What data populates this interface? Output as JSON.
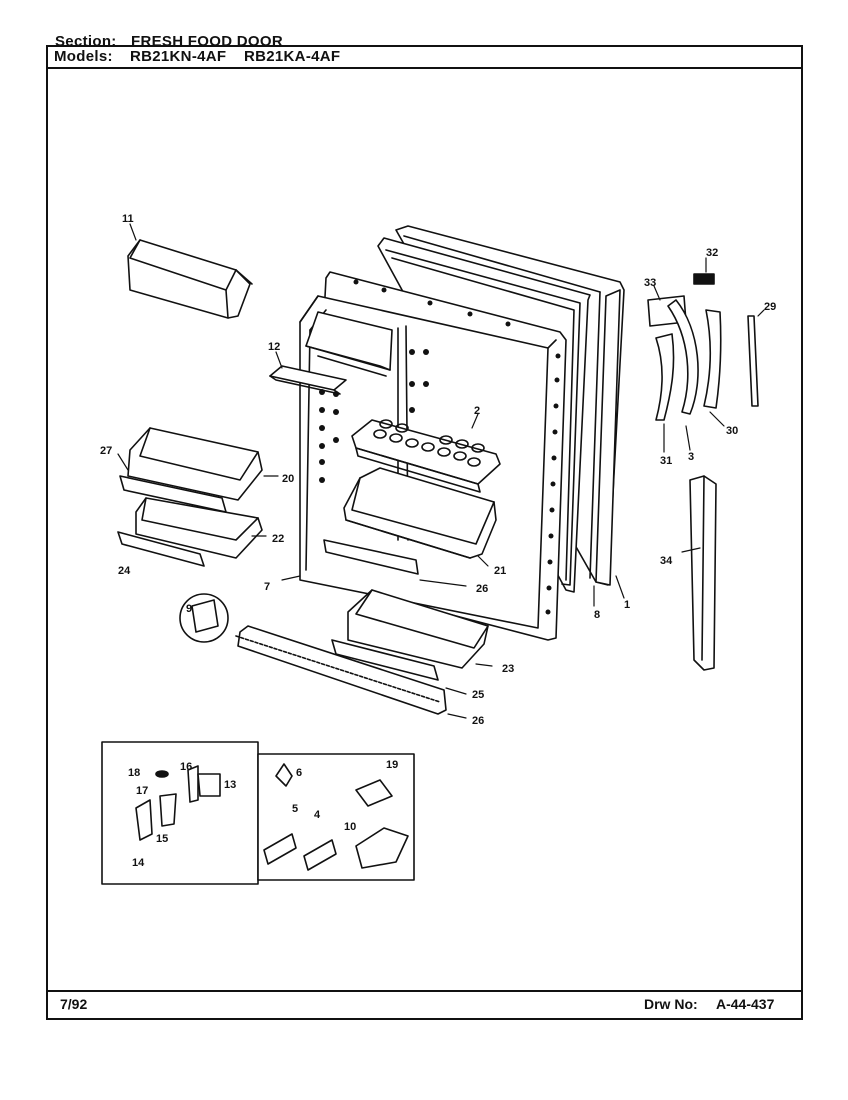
{
  "header": {
    "section_label": "Section:",
    "section_value": "FRESH FOOD DOOR",
    "models_label": "Models:",
    "models": [
      "RB21KN-4AF",
      "RB21KA-4AF"
    ]
  },
  "footer": {
    "date": "7/92",
    "drawing_number_label": "Drw No:",
    "drawing_number": "A-44-437"
  },
  "callouts": {
    "p1": "1",
    "p2": "2",
    "p3": "3",
    "p4": "4",
    "p5": "5",
    "p6": "6",
    "p7": "7",
    "p8": "8",
    "p9": "9",
    "p10": "10",
    "p11": "11",
    "p12": "12",
    "p13": "13",
    "p14": "14",
    "p15": "15",
    "p16": "16",
    "p17": "17",
    "p18": "18",
    "p19": "19",
    "p20": "20",
    "p21": "21",
    "p22": "22",
    "p23": "23",
    "p24": "24",
    "p25": "25",
    "p26a": "26",
    "p26b": "26",
    "p27": "27",
    "p29": "29",
    "p30": "30",
    "p31": "31",
    "p32": "32",
    "p33": "33",
    "p34": "34"
  }
}
